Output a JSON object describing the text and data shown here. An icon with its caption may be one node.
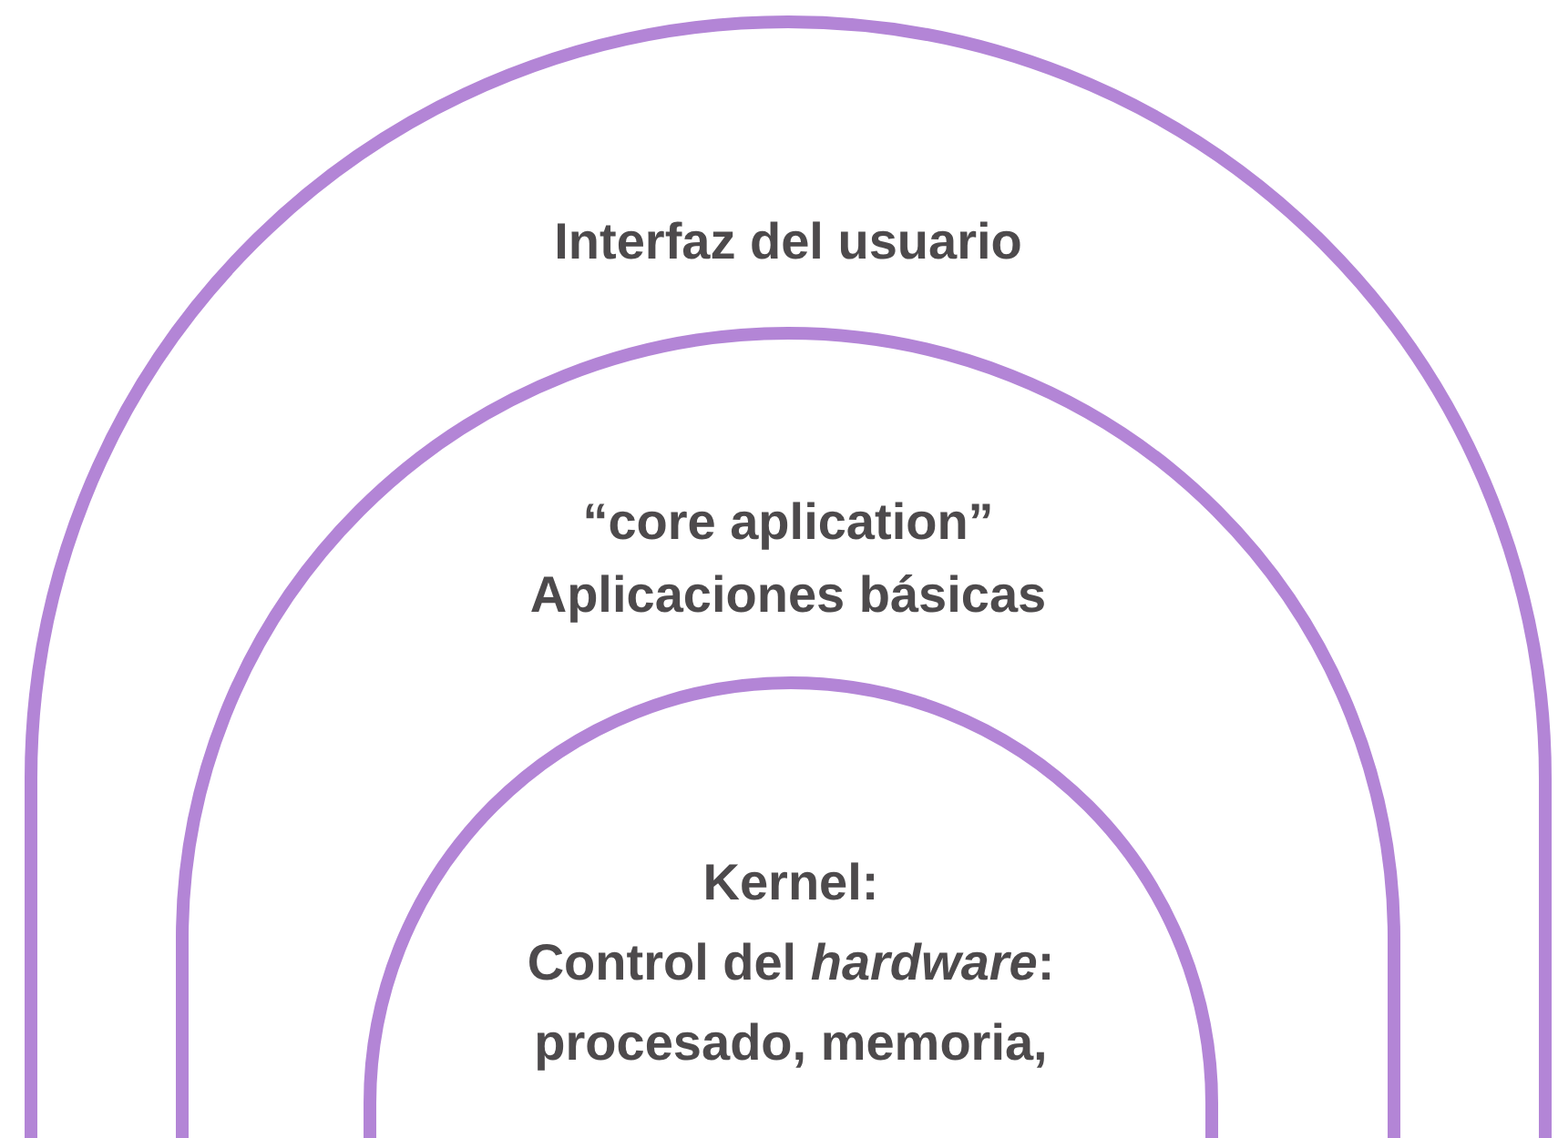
{
  "diagram": {
    "nodes": [
      {
        "text": [
          "Interfaz del usuario"
        ]
      },
      {
        "text": [
          "“core aplication”",
          "Aplicaciones básicas"
        ],
        "in": 0
      },
      {
        "text": [
          "Kernel:",
          "Control del *hardware*: procesado, memoria,"
        ],
        "in": 1
      }
    ]
  }
}
